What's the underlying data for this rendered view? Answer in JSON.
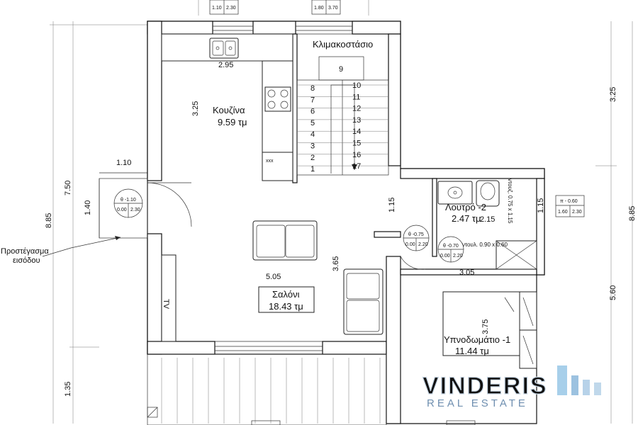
{
  "rooms": {
    "kitchen": {
      "name": "Κουζίνα",
      "area": "9.59 τμ"
    },
    "stairs": {
      "name": "Κλιμακοστάσιο"
    },
    "bath": {
      "name": "Λουτρό -2",
      "area": "2.47 τμ"
    },
    "living": {
      "name": "Σαλόνι",
      "area": "18.43 τμ"
    },
    "bedroom": {
      "name": "Υπνοδωμάτιο -1",
      "area": "11.44 τμ"
    }
  },
  "stair_steps_left": [
    "8",
    "7",
    "6",
    "5",
    "4",
    "3",
    "2",
    "1"
  ],
  "stair_steps_right": [
    "10",
    "11",
    "12",
    "13",
    "14",
    "15",
    "16",
    "17"
  ],
  "stair_top": "9",
  "dimensions": {
    "kitchen_width": "2.95",
    "kitchen_depth": "3.25",
    "entry_width": "1.10",
    "entry_depth": "1.40",
    "left_total_a": "7.50",
    "left_total_b": "8.85",
    "left_bottom": "1.35",
    "right_top": "3.25",
    "right_bottom": "5.60",
    "right_total": "8.85",
    "bath_height": "1.15",
    "bath_width": "2.15",
    "bath_side": "1.15",
    "living_width": "5.05",
    "living_depth": "3.65",
    "bedroom_width": "3.05",
    "bedroom_depth": "3.75"
  },
  "annotations": {
    "entrance_canopy": [
      "Προστέγασμα",
      "εισόδου"
    ],
    "shower_side": "ντουζ. 0.75 x 1.15",
    "shower_bottom": "ντουλ. 0.90 x 0.60",
    "tv": "TV",
    "stove_marks": "xxx"
  },
  "window_tags": {
    "top_left": [
      "1.10",
      "2.30"
    ],
    "top_right": [
      "1.80",
      "3.70"
    ],
    "entry": {
      "code": "θ -1.10",
      "w": "0.00",
      "h": "2.30"
    },
    "right_wall": {
      "code": "π - 0.60",
      "w": "1.60",
      "h": "2.30"
    },
    "door_a": {
      "code": "θ -0.75",
      "w": "0.00",
      "h": "2.20"
    },
    "door_b": {
      "code": "θ -0.70",
      "w": "0.00",
      "h": "2.20"
    }
  },
  "watermark": {
    "mark": "VINDERIS",
    "sub": "REAL ESTATE"
  }
}
